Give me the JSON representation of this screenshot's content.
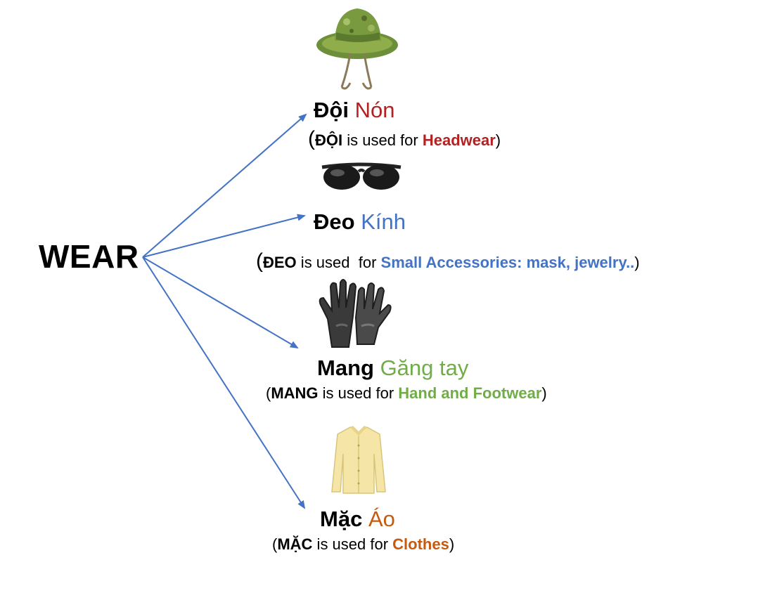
{
  "colors": {
    "arrow": "#4472c4",
    "headwear": "#b22222",
    "accessories": "#4472c4",
    "hand": "#70ad47",
    "clothes": "#c55a11"
  },
  "root": {
    "label": "WEAR"
  },
  "branches": [
    {
      "icon": "bucket-hat-icon",
      "verb": "Đội",
      "noun": "Nón",
      "note_open": "(",
      "note_verb": "ĐỘI",
      "note_mid": " is used for ",
      "note_target": "Headwear",
      "note_close": ")"
    },
    {
      "icon": "sunglasses-icon",
      "verb": "Đeo",
      "noun": "Kính",
      "note_open": "(",
      "note_verb": "ĐEO",
      "note_mid": " is used  for ",
      "note_target": "Small Accessories: mask, jewelry..",
      "note_close": ")"
    },
    {
      "icon": "gloves-icon",
      "verb": "Mang",
      "noun": "Găng tay",
      "note_open": "(",
      "note_verb": "MANG",
      "note_mid": " is used for ",
      "note_target": "Hand and Footwear",
      "note_close": ")"
    },
    {
      "icon": "shirt-icon",
      "verb": "Mặc",
      "noun": "Áo",
      "note_open": "(",
      "note_verb": "MẶC",
      "note_mid": " is used for ",
      "note_target": "Clothes",
      "note_close": ")"
    }
  ]
}
